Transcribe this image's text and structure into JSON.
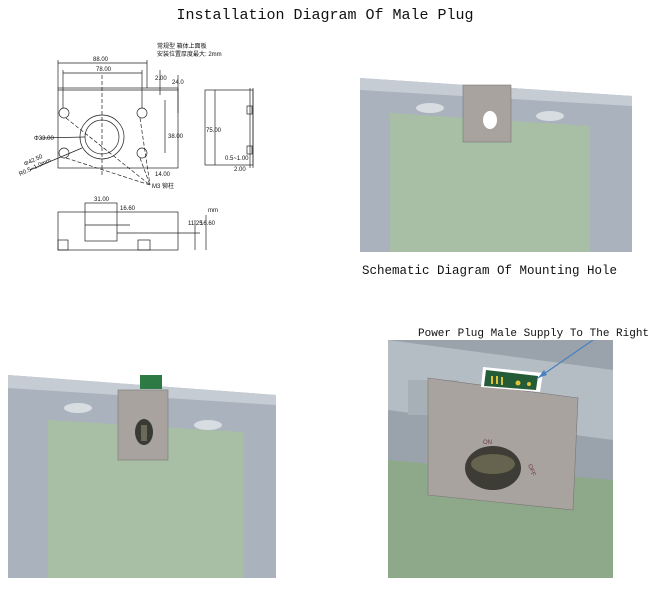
{
  "title": "Installation Diagram Of Male Plug",
  "drawing": {
    "note_line1": "常规型 箱体上面板",
    "note_line2": "安装位置厚度最大: 2mm",
    "dims": {
      "w88": "88.00",
      "w78": "78.00",
      "h2": "2.00",
      "h24": "24.0",
      "h38": "38.00",
      "h14": "14.00",
      "d33": "Φ33.00",
      "d42": "Φ42.50",
      "r05": "R0.5~1.0mm",
      "m3": "M3 铆柱",
      "h75": "75.00",
      "t05": "0.5~1.00",
      "t2": "2.00",
      "w31": "31.00",
      "h16a": "16.60",
      "h11": "11.25",
      "h16b": "16.60",
      "unit": "mm"
    }
  },
  "caption_mounting": "Schematic Diagram Of Mounting Hole",
  "caption_power": "Power Plug Male Supply To The Right",
  "switch_labels": {
    "on": "ON",
    "off": "OFF"
  },
  "colors": {
    "frame": "#a9b2bd",
    "panel": "#a8bfa5",
    "plate": "#a9a39f",
    "arrow": "#4a7fc0"
  }
}
